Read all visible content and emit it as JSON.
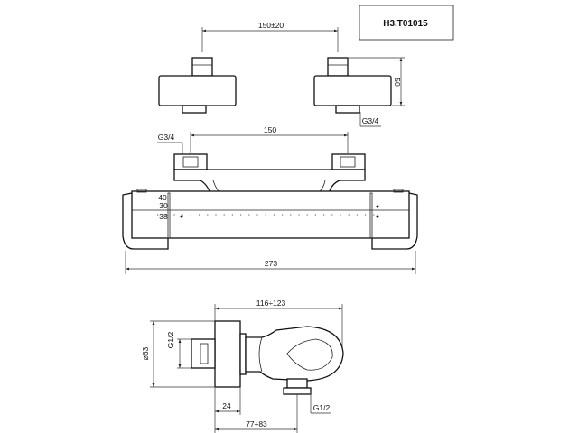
{
  "title_block": {
    "code": "H3.T01015"
  },
  "dimensions": {
    "centers_range": "150±20",
    "height_50": "50",
    "thread_g34_right": "G3/4",
    "thread_g34_left": "G3/4",
    "centers_150": "150",
    "height_38": "38",
    "width_273": "273",
    "depth_range": "116÷123",
    "thread_g12_top": "G1/2",
    "diameter_63": "⌀63",
    "depth_24": "24",
    "thread_g12_bottom": "G1/2",
    "depth_range_2": "77÷83"
  }
}
